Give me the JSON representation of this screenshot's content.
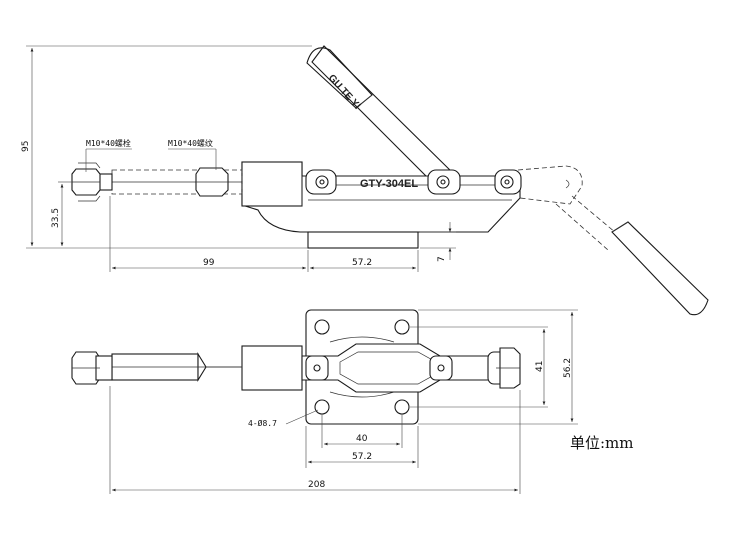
{
  "labels": {
    "model": "GTY-304EL",
    "brand": "GU TE YI",
    "bolt": "M10*40螺栓",
    "thread": "M10*40螺纹",
    "hole": "4-Ø8.7",
    "units": "单位:mm"
  },
  "dimensions": {
    "height_total": "95",
    "spindle_height": "33.5",
    "length_front": "99",
    "base_length_side": "57.2",
    "base_thickness": "7",
    "hole_width": "41",
    "base_width": "56.2",
    "hole_spacing": "40",
    "base_length_top": "57.2",
    "overall_length": "208"
  }
}
